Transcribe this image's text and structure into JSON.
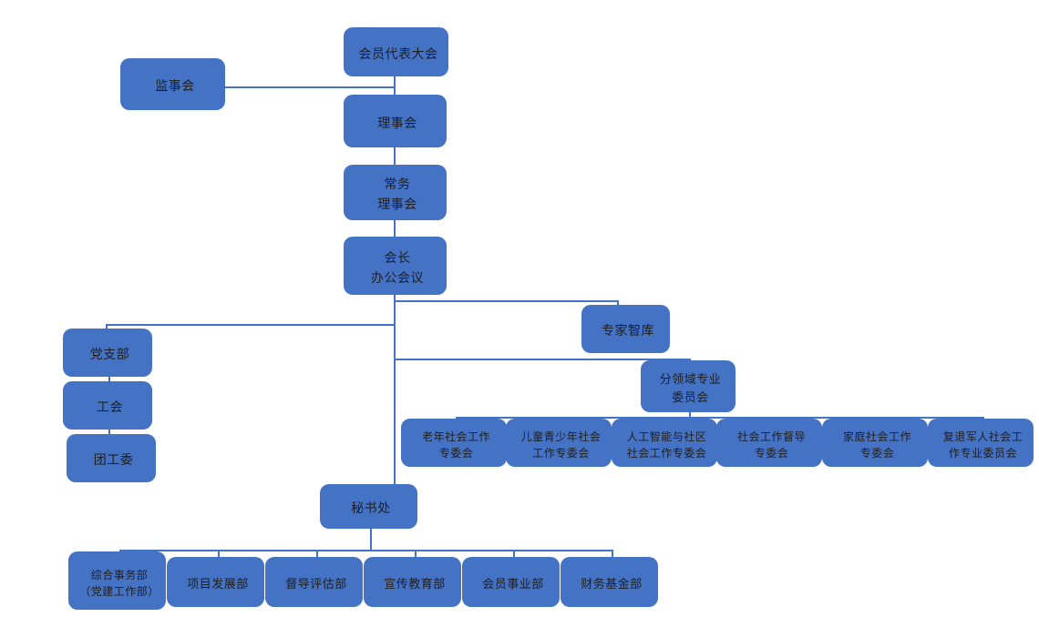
{
  "diagram": {
    "type": "org-chart",
    "accent_color": "#4472C4",
    "node_fill_color": "#F4F6FC",
    "text_color": "#1f1f1f",
    "nodes": {
      "member_assembly": {
        "label": "会员代表大会"
      },
      "supervisory_board": {
        "label": "监事会"
      },
      "council": {
        "label": "理事会"
      },
      "standing_council": {
        "label": "常务\n理事会"
      },
      "president_office_meeting": {
        "label": "会长\n办公会议"
      },
      "expert_think_tank": {
        "label": "专家智库"
      },
      "party_branch": {
        "label": "党支部"
      },
      "labor_union": {
        "label": "工会"
      },
      "youth_league_committee": {
        "label": "团工委"
      },
      "subfield_committees": {
        "label": "分领域专业\n委员会"
      },
      "committee_elderly": {
        "label": "老年社会工作\n专委会"
      },
      "committee_children_youth": {
        "label": "儿童青少年社会\n工作专委会"
      },
      "committee_ai_community": {
        "label": "人工智能与社区\n社会工作专委会"
      },
      "committee_supervision": {
        "label": "社会工作督导\n专委会"
      },
      "committee_family": {
        "label": "家庭社会工作\n专委会"
      },
      "committee_veterans": {
        "label": "复退军人社会工\n作专业委员会"
      },
      "secretariat": {
        "label": "秘书处"
      },
      "dept_general_affairs": {
        "label": "综合事务部\n（党建工作部）"
      },
      "dept_project_development": {
        "label": "项目发展部"
      },
      "dept_supervision_evaluation": {
        "label": "督导评估部"
      },
      "dept_publicity_education": {
        "label": "宣传教育部"
      },
      "dept_membership": {
        "label": "会员事业部"
      },
      "dept_finance_fund": {
        "label": "财务基金部"
      }
    }
  }
}
